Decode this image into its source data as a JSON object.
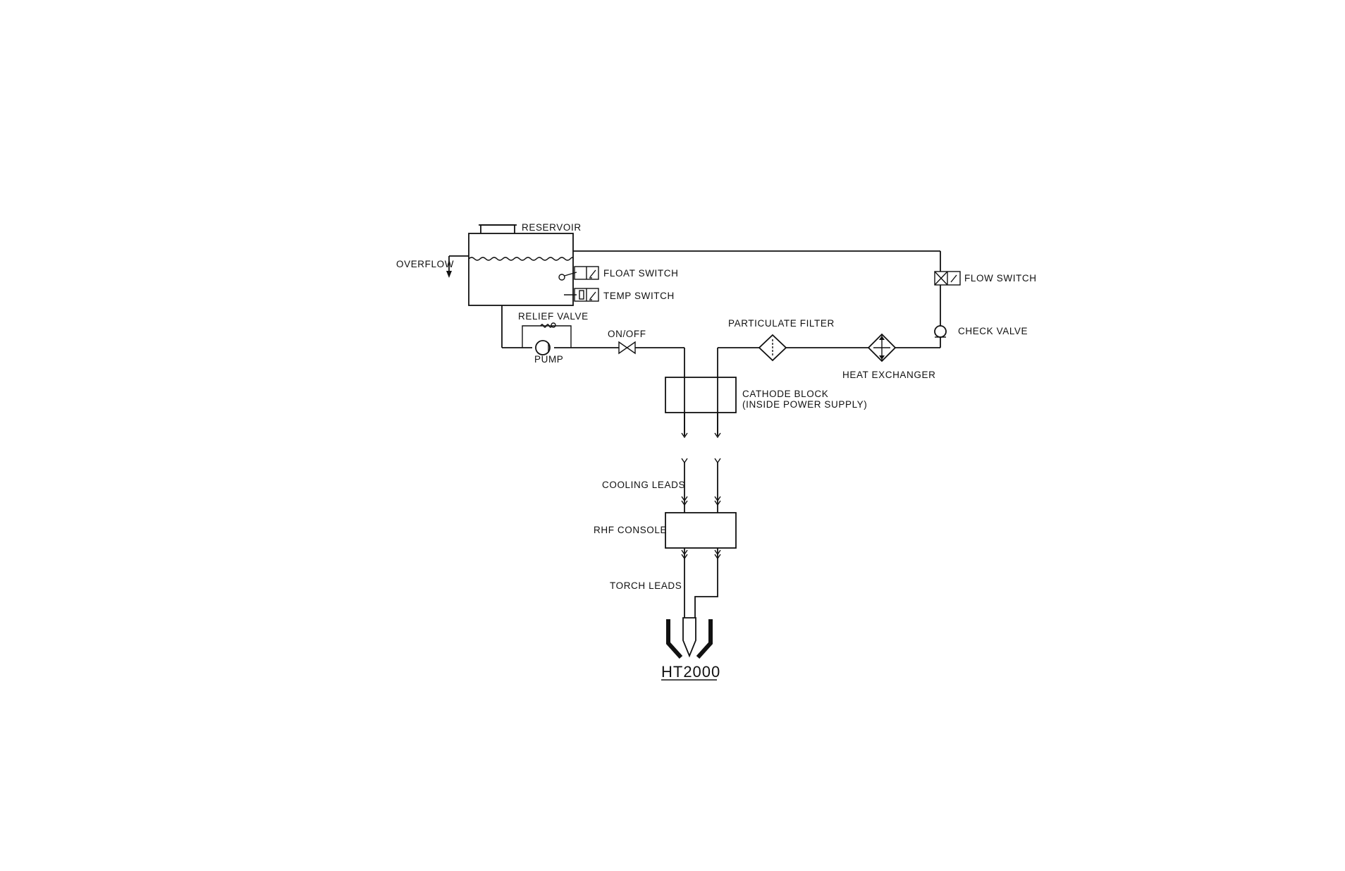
{
  "diagram": {
    "labels": {
      "reservoir": "RESERVOIR",
      "overflow": "OVERFLOW",
      "float_switch": "FLOAT SWITCH",
      "temp_switch": "TEMP SWITCH",
      "relief_valve": "RELIEF VALVE",
      "pump": "PUMP",
      "on_off": "ON/OFF",
      "particulate_filter": "PARTICULATE FILTER",
      "heat_exchanger": "HEAT EXCHANGER",
      "flow_switch": "FLOW SWITCH",
      "check_valve": "CHECK VALVE",
      "cathode_block": "CATHODE BLOCK",
      "cathode_block_note": "(INSIDE POWER SUPPLY)",
      "cooling_leads": "COOLING LEADS",
      "rhf_console": "RHF CONSOLE",
      "torch_leads": "TORCH LEADS",
      "torch_model": "HT2000"
    },
    "colors": {
      "line": "#111111",
      "background": "#ffffff"
    }
  }
}
